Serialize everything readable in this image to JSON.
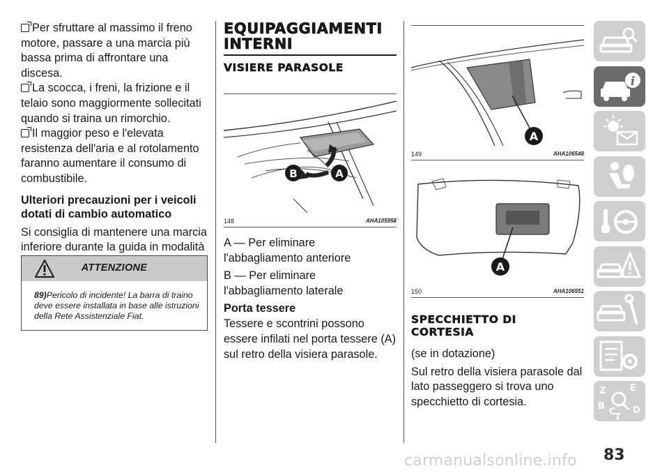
{
  "col1": {
    "bullets": [
      "Per sfruttare al massimo il freno motore, passare a una marcia più bassa prima di affrontare una discesa.",
      "La scocca, i freni, la frizione e il telaio sono maggiormente sollecitati quando si traina un rimorchio.",
      "Il maggior peso e l'elevata resistenza dell'aria e al rotolamento faranno aumentare il consumo di combustibile."
    ],
    "subheading": "Ulteriori precauzioni per i veicoli dotati di cambio automatico",
    "paragraph": "Si consiglia di mantenere una marcia inferiore durante la guida in modalità Sport oppure su pendii o ancora in caso di guida a velocità ridotta, e di verificare sempre che il regime del motore non entri nella zona rossa dell'indicatore.",
    "warning": {
      "title": "ATTENZIONE",
      "ref": "89)",
      "text": "Pericolo di incidente! La barra di traino deve essere installata in base alle istruzioni della Rete Assistenziale Fiat."
    }
  },
  "col2": {
    "heading": "EQUIPAGGIAMENTI INTERNI",
    "subheading": "VISIERE PARASOLE",
    "figure": {
      "number": "148",
      "code": "AHA105958",
      "label_a": "A",
      "label_b": "B"
    },
    "legend_a": "A — Per eliminare l'abbagliamento anteriore",
    "legend_b": "B — Per eliminare l'abbagliamento laterale",
    "card_heading": "Porta tessere",
    "card_text": "Tessere e scontrini possono essere infilati nel porta tessere (A) sul retro della visiera parasole."
  },
  "col3": {
    "figure1": {
      "number": "149",
      "code": "AHA106548",
      "label": "A"
    },
    "figure2": {
      "number": "150",
      "code": "AHA106551",
      "label": "A"
    },
    "heading": "SPECCHIETTO DI CORTESIA",
    "note": "(se in dotazione)",
    "text": "Sul retro della visiera parasole dal lato passeggero si trova uno specchietto di cortesia."
  },
  "sidebar": {
    "tabs": [
      {
        "icon": "car-search-icon",
        "active": false
      },
      {
        "icon": "car-info-icon",
        "active": true
      },
      {
        "icon": "warning-light-envelope-icon",
        "active": false
      },
      {
        "icon": "airbag-passenger-icon",
        "active": false
      },
      {
        "icon": "key-steering-wheel-icon",
        "active": false
      },
      {
        "icon": "car-crash-warning-icon",
        "active": false
      },
      {
        "icon": "car-wrench-icon",
        "active": false
      },
      {
        "icon": "checklist-gear-icon",
        "active": false
      },
      {
        "icon": "alphabet-index-search-icon",
        "active": false
      }
    ]
  },
  "page_number": "83",
  "watermark": "carmanualsonline.info"
}
